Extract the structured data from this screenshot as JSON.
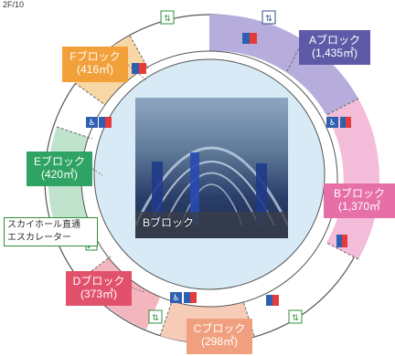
{
  "corner_text": "2F/10",
  "blocks": {
    "A": {
      "name": "Aブロック",
      "area": "(1,435㎡)",
      "color": "#5e5aa7",
      "ring_color": "#b7addd"
    },
    "B": {
      "name": "Bブロック",
      "area": "(1,370㎡",
      "color": "#e66fa7",
      "ring_color": "#f3bcd8"
    },
    "C": {
      "name": "Cブロック",
      "area": "(298㎡)",
      "color": "#f0a07f",
      "ring_color": "#f6cbb8"
    },
    "D": {
      "name": "Dブロック",
      "area": "(373㎡)",
      "color": "#e2516c",
      "ring_color": "#f3b6bf"
    },
    "E": {
      "name": "Eブロック",
      "area": "(420㎡)",
      "color": "#2fa363",
      "ring_color": "#bfe3cc"
    },
    "F": {
      "name": "Fブロック",
      "area": "(416㎡)",
      "color": "#f2a03a",
      "ring_color": "#f8d7a6"
    }
  },
  "center": {
    "label": "Bブロック",
    "fill_color": "#d7eaf6"
  },
  "escalator_note": {
    "line1": "スカイホール直通",
    "line2": "エスカレーター"
  },
  "icons": [
    "elevator-icon",
    "restroom-icon",
    "wheelchair-icon",
    "escalator-icon"
  ]
}
